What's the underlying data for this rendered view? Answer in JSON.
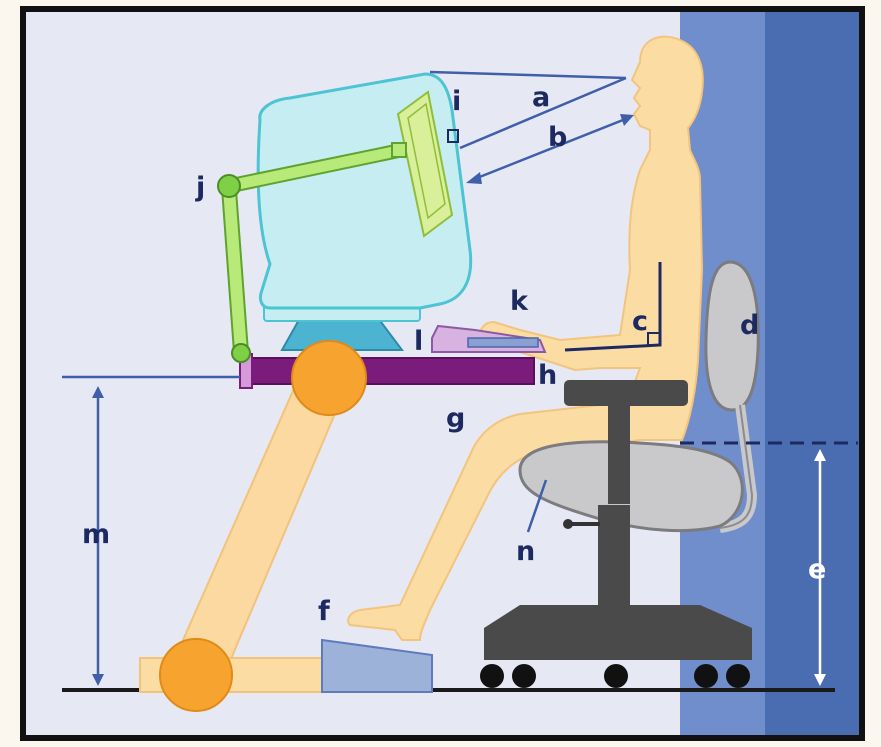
{
  "labels": {
    "a": "a",
    "b": "b",
    "c": "c",
    "d": "d",
    "e": "e",
    "f": "f",
    "g": "g",
    "h": "h",
    "i": "i",
    "j": "j",
    "k": "k",
    "l": "l",
    "m": "m",
    "n": "n"
  },
  "colors": {
    "wall_light": "#e6e8f3",
    "wall_dark": "#4a6cb0",
    "wall_mid": "#6f8ecb",
    "skin": "#fbdca2",
    "skin_outline": "#f3c47d",
    "monitor": "#c6eef2",
    "monitor_outline": "#4cc4d4",
    "arm_green": "#b8ea7a",
    "desk_purple": "#7b1c7c",
    "joint_orange": "#f7a330",
    "chair_grey": "#4a4a4a",
    "seat_light": "#c9c9cc",
    "label_navy": "#1d2a62"
  }
}
